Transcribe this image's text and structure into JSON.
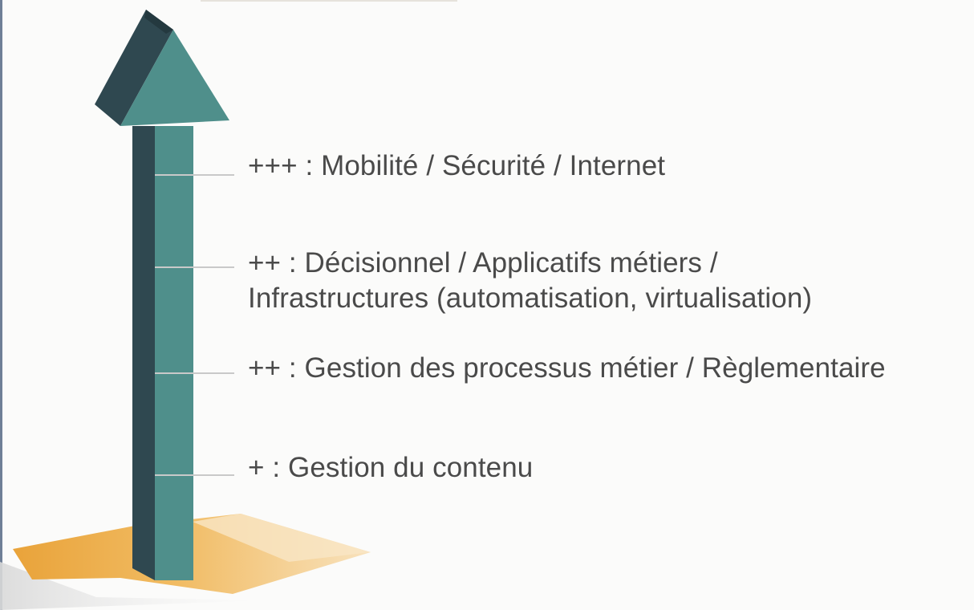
{
  "levels": [
    {
      "lines": [
        "+++ : Mobilité / Sécurité / Internet"
      ]
    },
    {
      "lines": [
        "++ : Décisionnel / Applicatifs métiers /",
        "Infrastructures (automatisation, virtualisation)"
      ]
    },
    {
      "lines": [
        "++ : Gestion des processus métier / Règlementaire"
      ]
    },
    {
      "lines": [
        "+ : Gestion du contenu"
      ]
    }
  ],
  "colors": {
    "arrow_front": "#4f8f8b",
    "arrow_side": "#2f4850",
    "base_light": "#f6d7a2",
    "base_mid": "#f0b95c",
    "base_dark": "#e8a23a",
    "leader_line": "#c9c9c9",
    "text": "#4a4a4a"
  }
}
